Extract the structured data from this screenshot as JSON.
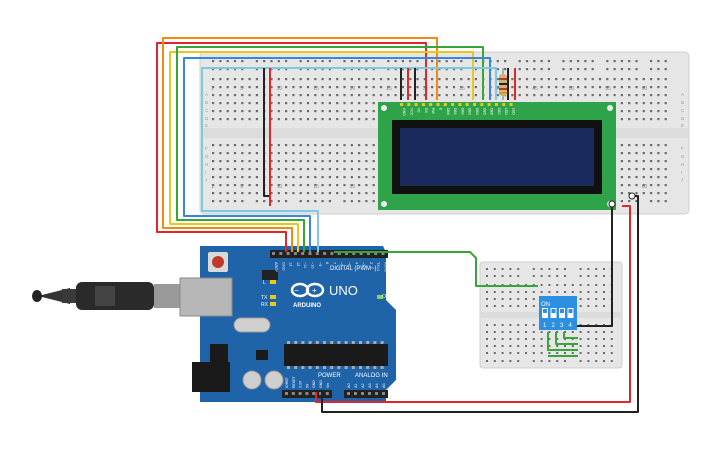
{
  "arduino": {
    "brand": "ARDUINO",
    "model": "UNO",
    "digital_label": "DIGITAL (PWM~)",
    "power_label": "POWER",
    "analog_label": "ANALOG IN",
    "on_label": "ON",
    "l_label": "L",
    "tx_label": "TX",
    "rx_label": "RX",
    "digital_pins": [
      "AREF",
      "GND",
      "13",
      "12",
      "~11",
      "~10",
      "~9",
      "8",
      "7",
      "~6",
      "~5",
      "4",
      "~3",
      "2",
      "TX>1",
      "RX<0"
    ],
    "power_pins": [
      "IOREF",
      "RESET",
      "3.3V",
      "5V",
      "GND",
      "GND",
      "Vin"
    ],
    "analog_pins": [
      "A0",
      "A1",
      "A2",
      "A3",
      "A4",
      "A5"
    ]
  },
  "lcd": {
    "pins": [
      "GND",
      "VCC",
      "V0",
      "RS",
      "RW",
      "E",
      "DB0",
      "DB1",
      "DB2",
      "DB3",
      "DB4",
      "DB5",
      "DB6",
      "DB7",
      "LED",
      "LED"
    ]
  },
  "breadboard_large": {
    "row_labels": [
      "A",
      "B",
      "C",
      "D",
      "E",
      "F",
      "G",
      "H",
      "I",
      "J"
    ],
    "column_numbers": [
      "1",
      "5",
      "10",
      "15",
      "20",
      "25",
      "30",
      "35",
      "40",
      "45",
      "50",
      "55",
      "60"
    ]
  },
  "dip_switch": {
    "on_label": "ON",
    "numbers": [
      "1",
      "2",
      "3",
      "4"
    ]
  },
  "colors": {
    "wire_red": "#e0262b",
    "wire_orange": "#f08a12",
    "wire_yellow": "#e8c91a",
    "wire_green": "#37a638",
    "wire_blue": "#3a86d8",
    "wire_lightblue": "#7ec8e3",
    "wire_black": "#222222",
    "arduino_blue": "#1f63a8",
    "lcd_green": "#2ea34a",
    "lcd_screen": "#1b2a5c",
    "breadboard": "#e6e6e6",
    "dip_blue": "#2d8fe0"
  },
  "icons": [
    "usb-cable-icon",
    "arduino-infinity-logo-icon",
    "atmega-chip-icon",
    "reset-button-icon",
    "power-jack-icon",
    "capacitor-icon",
    "resistor-icon"
  ]
}
